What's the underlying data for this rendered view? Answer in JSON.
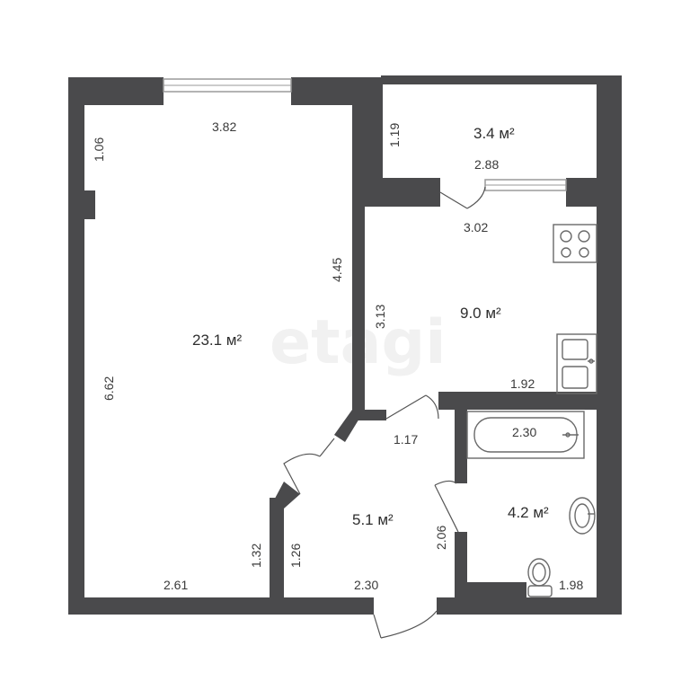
{
  "watermark": "etagi",
  "rooms": {
    "living_room": {
      "area": "23.1 м²",
      "dims": [
        "3.82",
        "1.06",
        "4.45",
        "6.62",
        "2.61",
        "1.32"
      ]
    },
    "balcony": {
      "area": "3.4 м²",
      "dims": [
        "1.19",
        "2.88"
      ]
    },
    "kitchen": {
      "area": "9.0 м²",
      "dims": [
        "3.02",
        "3.13",
        "1.92"
      ]
    },
    "hallway": {
      "area": "5.1 м²",
      "dims": [
        "1.17",
        "1.26",
        "2.30",
        "2.06"
      ]
    },
    "bathroom": {
      "area": "4.2 м²",
      "dims": [
        "2.30",
        "1.98"
      ]
    }
  },
  "colors": {
    "wall": "#4a4a4c",
    "fixture": "#6a6a6a",
    "window": "#9a9a9a"
  },
  "icons": [
    "stove-icon",
    "sink-icon",
    "bathtub-icon",
    "washbasin-icon",
    "toilet-icon",
    "door-swing-icon",
    "window-icon"
  ]
}
